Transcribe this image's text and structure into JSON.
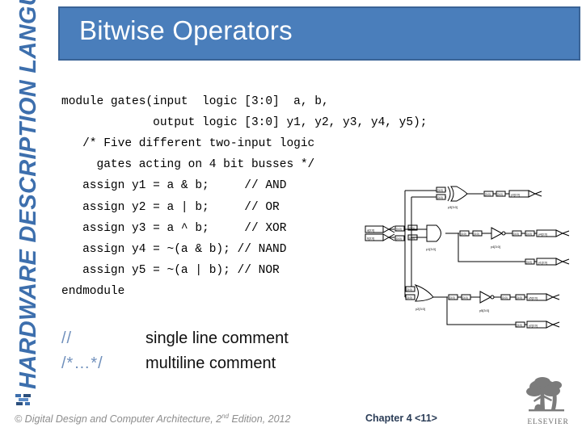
{
  "slide": {
    "sidebar_banner": "HARDWARE DESCRIPTION LANGUAGES",
    "title": "Bitwise Operators",
    "accent_color": "#4a7ebb",
    "accent_border_color": "#3a6396",
    "sidebar_text_color": "#3d6fad",
    "comment_marker_color": "#7090bc"
  },
  "code": {
    "language": "SystemVerilog",
    "text": "module gates(input  logic [3:0]  a, b,\n             output logic [3:0] y1, y2, y3, y4, y5);\n   /* Five different two-input logic\n     gates acting on 4 bit busses */\n   assign y1 = a & b;     // AND\n   assign y2 = a | b;     // OR\n   assign y3 = a ^ b;     // XOR\n   assign y4 = ~(a & b); // NAND\n   assign y5 = ~(a | b); // NOR\nendmodule",
    "lines": [
      "module gates(input  logic [3:0]  a, b,",
      "             output logic [3:0] y1, y2, y3, y4, y5);",
      "   /* Five different two-input logic",
      "     gates acting on 4 bit busses */",
      "   assign y1 = a & b;     // AND",
      "   assign y2 = a | b;     // OR",
      "   assign y3 = a ^ b;     // XOR",
      "   assign y4 = ~(a & b); // NAND",
      "   assign y5 = ~(a | b); // NOR",
      "endmodule"
    ]
  },
  "legend": {
    "rows": [
      {
        "marker": "//",
        "description": "single line comment"
      },
      {
        "marker": "/*…*/",
        "description": "multiline comment"
      }
    ]
  },
  "schematic": {
    "inputs": [
      "a[3:0]",
      "b[3:0]"
    ],
    "gates": [
      {
        "name": "y3[3:0]",
        "type": "XOR",
        "output_port": "y3[3:0]"
      },
      {
        "name": "y1[3:0]",
        "type": "AND",
        "output_port": "y1[3:0]"
      },
      {
        "name": "y4[3:0]",
        "type": "NOT",
        "output_port": "y4[3:0]"
      },
      {
        "name": "y2[3:0]",
        "type": "OR",
        "output_port": "y2[3:0]"
      },
      {
        "name": "y5[3:0]",
        "type": "NOT",
        "output_port": "y5[3:0]"
      }
    ],
    "bus_label": "[3:0]",
    "output_ports": [
      "y3[3:0]",
      "y4[3:0]",
      "y1[3:0]",
      "y5[3:0]",
      "y2[3:0]"
    ]
  },
  "footer": {
    "copyright_prefix": "© Digital Design and Computer Architecture, 2",
    "copyright_sup": "nd",
    "copyright_suffix": " Edition, 2012",
    "chapter": "Chapter 4 <11>",
    "publisher": "ELSEVIER"
  }
}
